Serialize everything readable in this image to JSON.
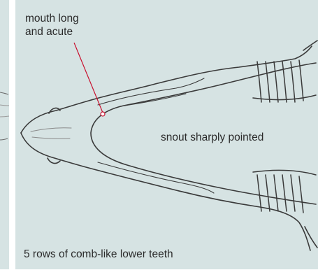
{
  "labels": {
    "mouth_line1": "mouth long",
    "mouth_line2": "and acute",
    "snout": "snout sharply pointed",
    "teeth": "5 rows of comb-like lower teeth"
  },
  "colors": {
    "panel_background": "#d6e3e3",
    "leader_line": "#c8102e",
    "drawing_stroke": "#3a3a3a",
    "text": "#2b2b2b"
  }
}
